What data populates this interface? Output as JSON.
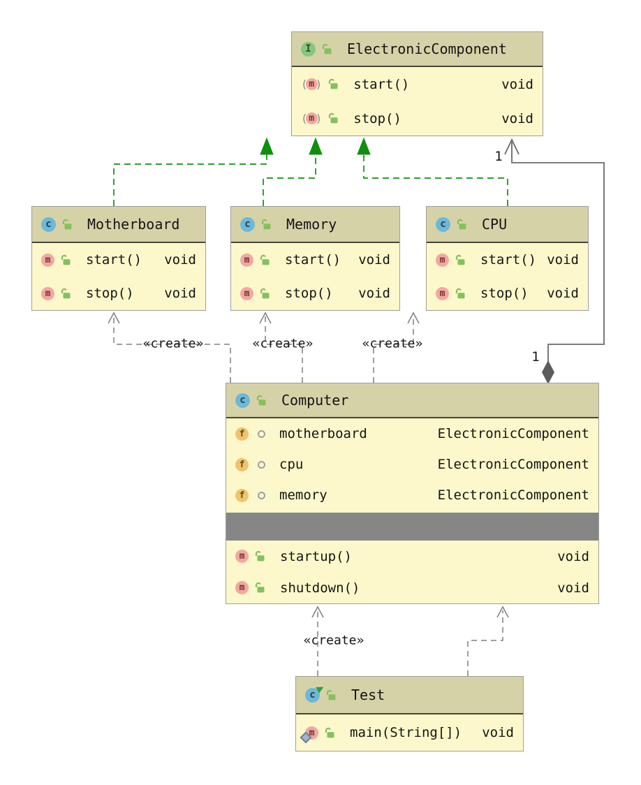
{
  "labels": {
    "create": "«create»",
    "one": "1"
  },
  "icons": {
    "method_letter": "m",
    "field_letter": "f",
    "paren_open": "(",
    "paren_close": ")"
  },
  "colors": {
    "box_header_bg": "#d6d2a8",
    "box_body_bg": "#fcf8cb",
    "box_border": "#9e9e9e",
    "realization_green": "#0f8f0f",
    "dependency_gray": "#7f7f7f",
    "association_gray": "#6a6a6a",
    "class_icon_bg": "#6db8d8",
    "interface_icon_bg": "#85c77f",
    "method_icon_bg": "#f3a7a1",
    "field_icon_bg": "#f0c36e",
    "lock_icon_green": "#85c05f",
    "section_bar_gray": "#868686"
  },
  "classes": {
    "electronic_component": {
      "kind_letter": "I",
      "title": "ElectronicComponent",
      "members": [
        {
          "name": "start()",
          "type": "void"
        },
        {
          "name": "stop()",
          "type": "void"
        }
      ]
    },
    "motherboard": {
      "kind_letter": "c",
      "title": "Motherboard",
      "members": [
        {
          "name": "start()",
          "type": "void"
        },
        {
          "name": "stop()",
          "type": "void"
        }
      ]
    },
    "memory": {
      "kind_letter": "c",
      "title": "Memory",
      "members": [
        {
          "name": "start()",
          "type": "void"
        },
        {
          "name": "stop()",
          "type": "void"
        }
      ]
    },
    "cpu": {
      "kind_letter": "c",
      "title": "CPU",
      "members": [
        {
          "name": "start()",
          "type": "void"
        },
        {
          "name": "stop()",
          "type": "void"
        }
      ]
    },
    "computer": {
      "kind_letter": "c",
      "title": "Computer",
      "fields": [
        {
          "name": "motherboard",
          "type": "ElectronicComponent"
        },
        {
          "name": "cpu",
          "type": "ElectronicComponent"
        },
        {
          "name": "memory",
          "type": "ElectronicComponent"
        }
      ],
      "methods": [
        {
          "name": "startup()",
          "type": "void"
        },
        {
          "name": "shutdown()",
          "type": "void"
        }
      ]
    },
    "test": {
      "kind_letter": "c",
      "title": "Test",
      "members": [
        {
          "name": "main(String[])",
          "type": "void"
        }
      ]
    }
  }
}
